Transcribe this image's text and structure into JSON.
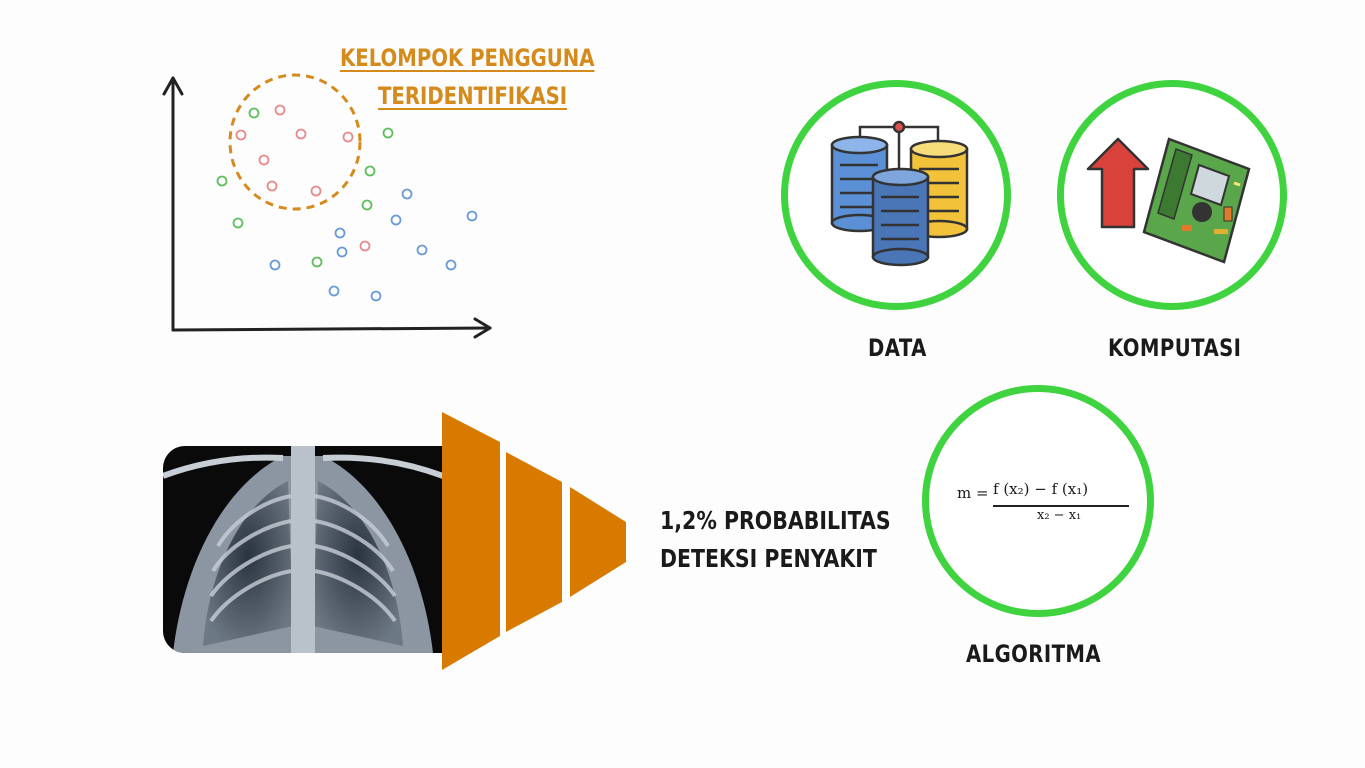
{
  "scatter": {
    "title_line1": "KELOMPOK PENGGUNA",
    "title_line2": "TERIDENTIFIKASI",
    "colors": {
      "pink": "#e88a8a",
      "green": "#5fbf5f",
      "blue": "#6a9ad8",
      "cluster": "#d58a1c"
    }
  },
  "xray": {
    "result_line1": "1,2% PROBABILITAS",
    "result_line2": "DETEKSI PENYAKIT",
    "funnel_color": "#d97a00"
  },
  "resources": {
    "data_label": "DATA",
    "compute_label": "KOMPUTASI",
    "algorithm_label": "ALGORITMA",
    "ring_color": "#3fd43f",
    "formula": {
      "lhs": "m =",
      "numerator": "f (x₂) − f (x₁)",
      "denominator": "x₂ − x₁"
    }
  }
}
